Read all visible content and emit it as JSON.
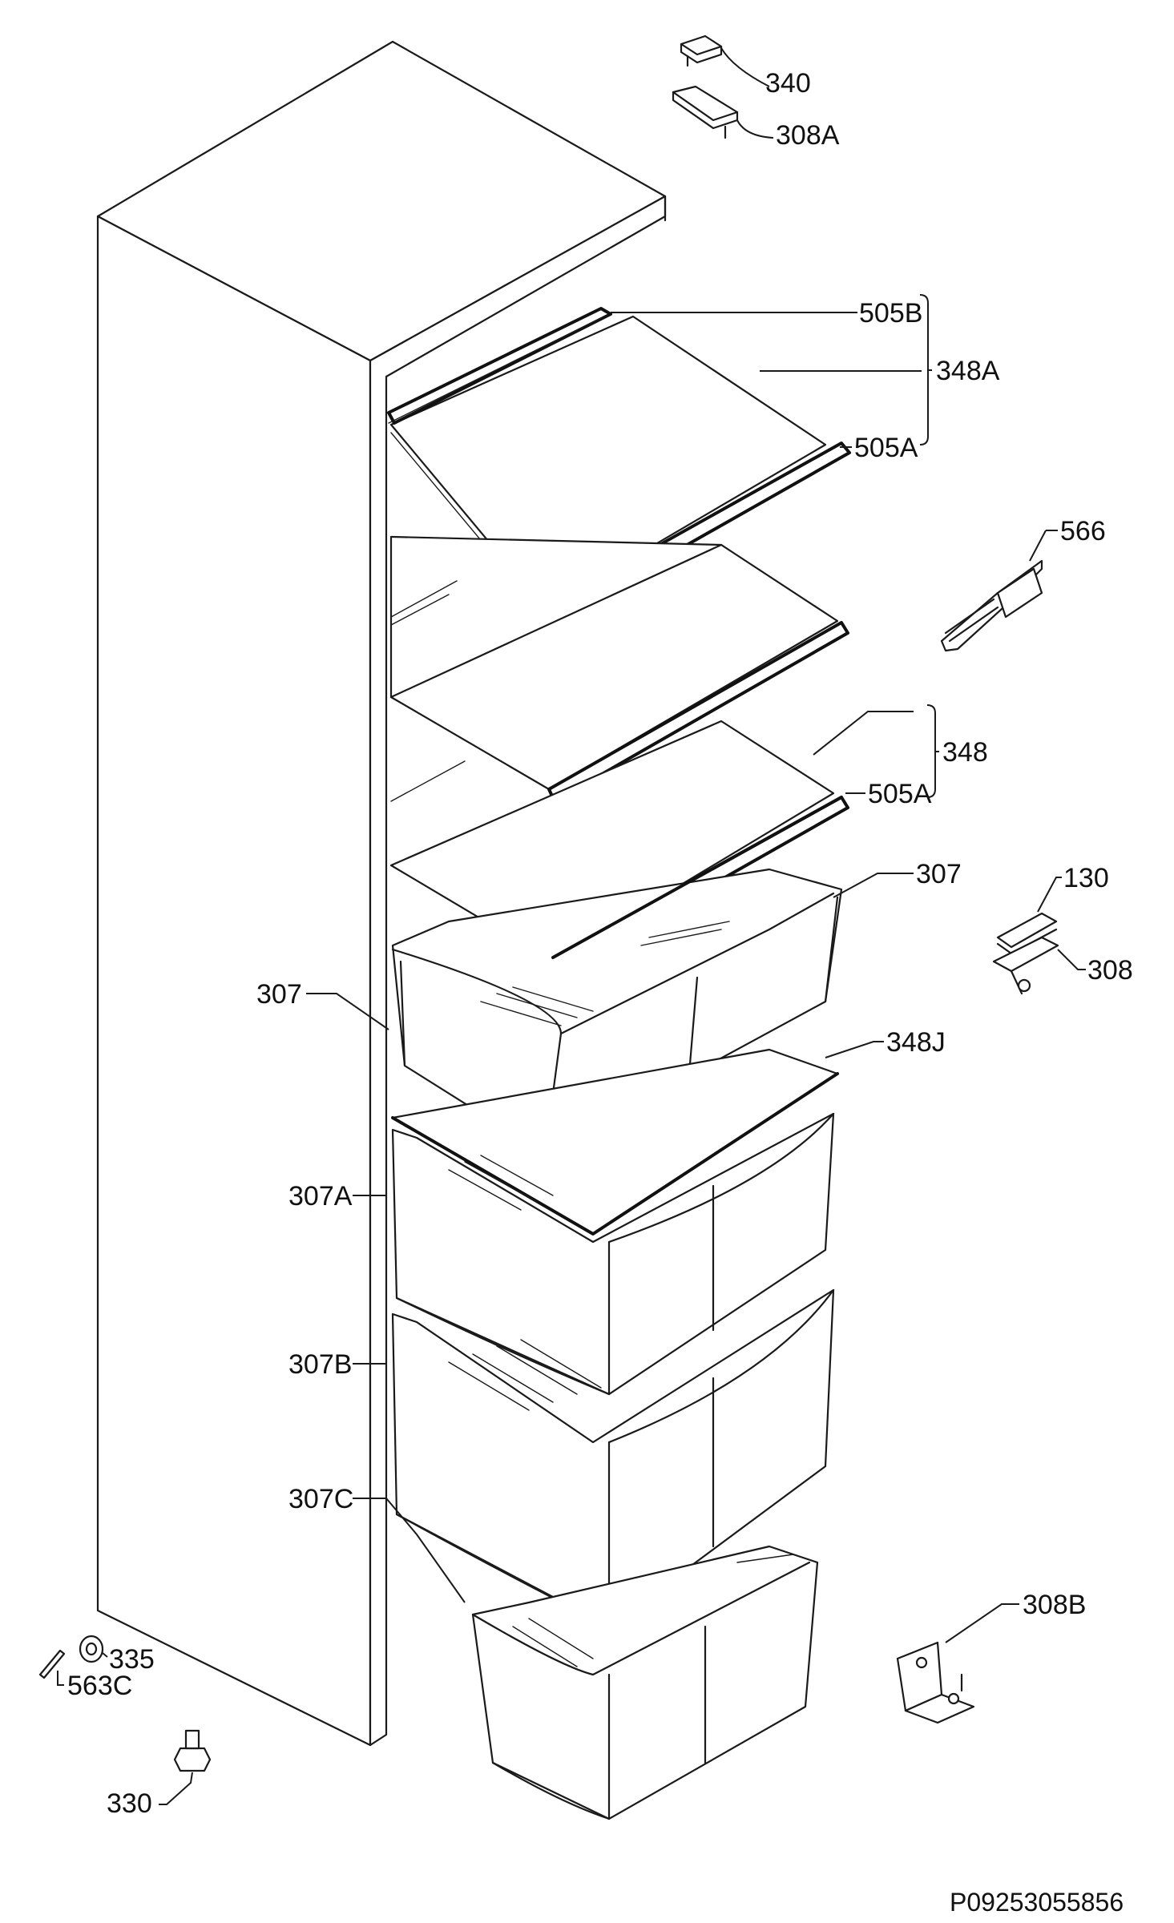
{
  "labels": {
    "l340": "340",
    "l308a": "308A",
    "l505b": "505B",
    "l348a": "348A",
    "l505a_top": "505A",
    "l566": "566",
    "l348": "348",
    "l505a_mid": "505A",
    "l307_right": "307",
    "l130": "130",
    "l308": "308",
    "l307_left": "307",
    "l348j": "348J",
    "l307a": "307A",
    "l307b": "307B",
    "l307c": "307C",
    "l308b": "308B",
    "l335": "335",
    "l563c": "563C",
    "l330": "330"
  },
  "reference_code": "P09253055856"
}
